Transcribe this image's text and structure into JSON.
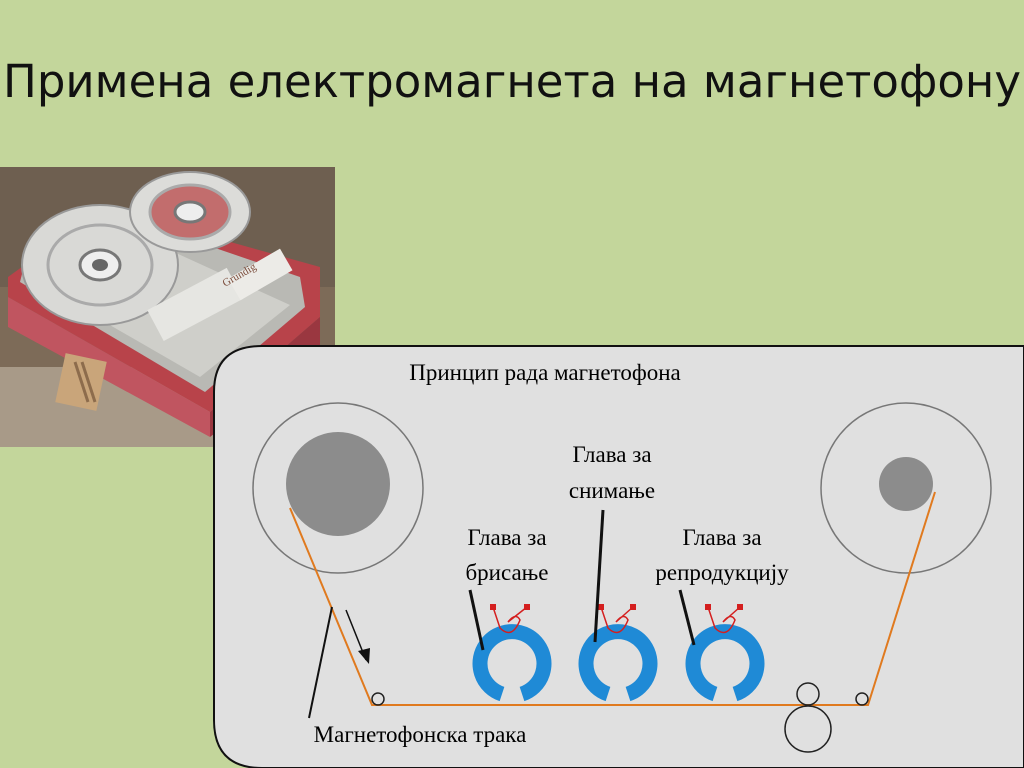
{
  "slide": {
    "title": "Примена електромагнета на магнетофону"
  },
  "photo": {
    "brand_text": "Grundig"
  },
  "diagram": {
    "heading": "Принцип рада магнетофона",
    "labels": {
      "recording_head": [
        "Глава за",
        "снимање"
      ],
      "erase_head": [
        "Глава за",
        "брисање"
      ],
      "playback_head": [
        "Глава за",
        "репродукцију"
      ],
      "tape": "Магнетофонска трака"
    },
    "colors": {
      "tape": "#e07a1f",
      "head": "#1f8ad6",
      "coil": "#d41f1f",
      "panel": "#e0e0e0",
      "reel_hub": "#8c8c8c"
    }
  }
}
